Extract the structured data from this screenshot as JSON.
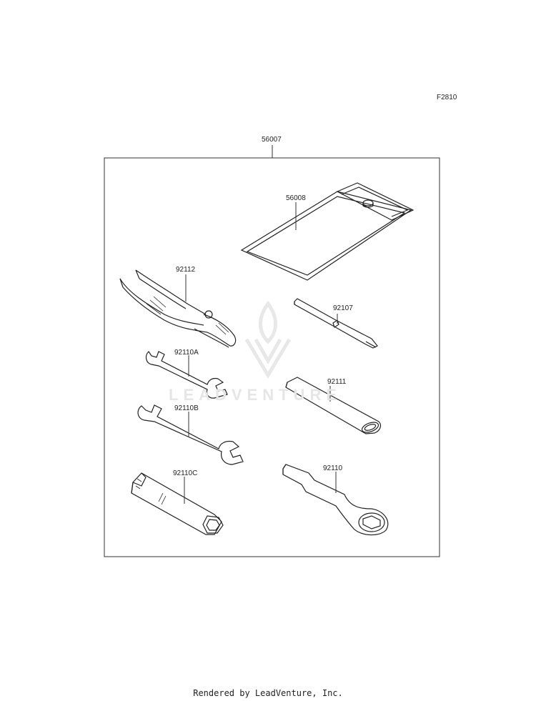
{
  "figure_code": "F2810",
  "kit_label": "56007",
  "parts": {
    "pouch": "56008",
    "pliers": "92112",
    "screwdriver": "92107",
    "wrench_a": "92110A",
    "handle": "92111",
    "wrench_b": "92110B",
    "plug_wrench": "92110C",
    "box_wrench": "92110"
  },
  "watermark": "LEADVENTURE",
  "footer": "Rendered by LeadVenture, Inc."
}
